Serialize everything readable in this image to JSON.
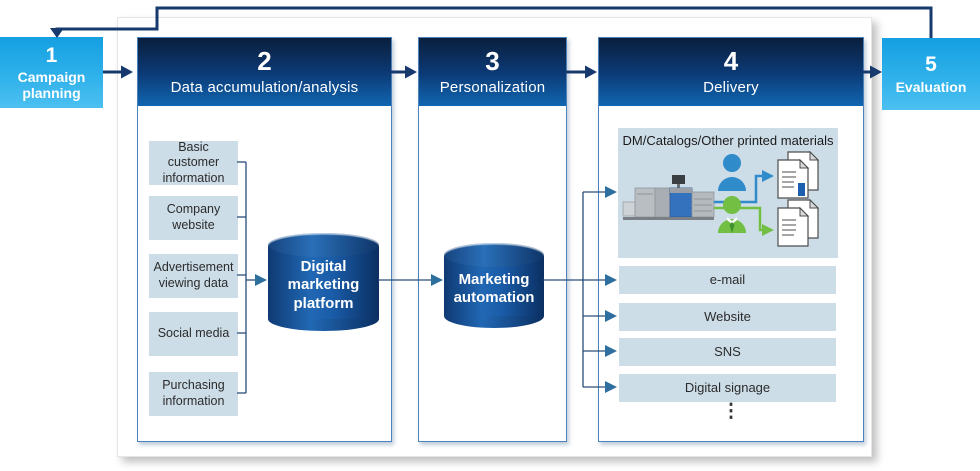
{
  "steps": [
    {
      "number": "1",
      "label": "Campaign planning"
    },
    {
      "number": "2",
      "label": "Data accumulation/analysis"
    },
    {
      "number": "3",
      "label": "Personalization"
    },
    {
      "number": "4",
      "label": "Delivery"
    },
    {
      "number": "5",
      "label": "Evaluation"
    }
  ],
  "data_sources": [
    "Basic customer information",
    "Company website",
    "Advertisement viewing data",
    "Social media",
    "Purchasing information"
  ],
  "platforms": {
    "digital_marketing": "Digital marketing platform",
    "marketing_automation": "Marketing automation"
  },
  "delivery": {
    "printed_materials_title": "DM/Catalogs/Other printed materials",
    "channels": [
      "e-mail",
      "Website",
      "SNS",
      "Digital signage"
    ],
    "more_indicator": "⋮"
  },
  "icons": {
    "press": "digital-press-icon",
    "recipient_consumer": "person-blue-icon",
    "recipient_business": "person-green-icon",
    "printed_documents": "documents-icon",
    "feedback": "feedback-arrow",
    "flow": "flow-arrow"
  },
  "colors": {
    "cap_cyan": "#1ea7e5",
    "header_navy_top": "#0a1f3d",
    "header_blue_bottom": "#1066b1",
    "panel_border": "#4d82bb",
    "item_box": "#cddde8",
    "arrow_navy": "#17396e",
    "connector_blue": "#2a4d79",
    "arrowhead_steel": "#2f6f9f",
    "person_blue": "#2f8bca",
    "person_green": "#72bf44",
    "doc_bar_blue": "#1b5fae"
  }
}
